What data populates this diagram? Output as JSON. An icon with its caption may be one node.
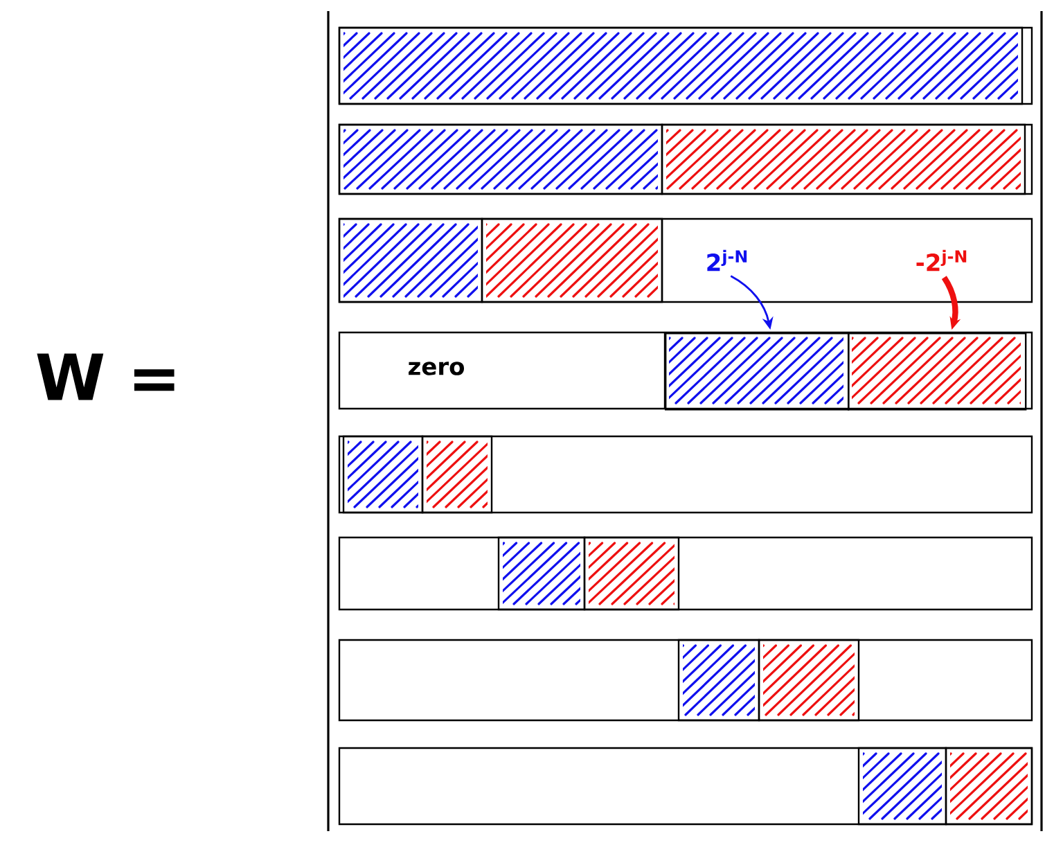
{
  "diagram": {
    "nodes": [
      {
        "text": [
          "2$^{j-N}$"
        ]
      },
      {
        "text": [
          "-2$^{j-N}$"
        ]
      },
      {
        "text": [],
        "shape": "bar"
      },
      {
        "text": [],
        "shape": "bar"
      }
    ],
    "edges": [
      {
        "from": 0,
        "to": 2,
        "arrow": "to",
        "color": "#1010ee"
      },
      {
        "from": 1,
        "to": 3,
        "arrow": "to",
        "color": "#ee1010",
        "style": "thick"
      }
    ],
    "labels": [
      "W =",
      "zero"
    ]
  }
}
